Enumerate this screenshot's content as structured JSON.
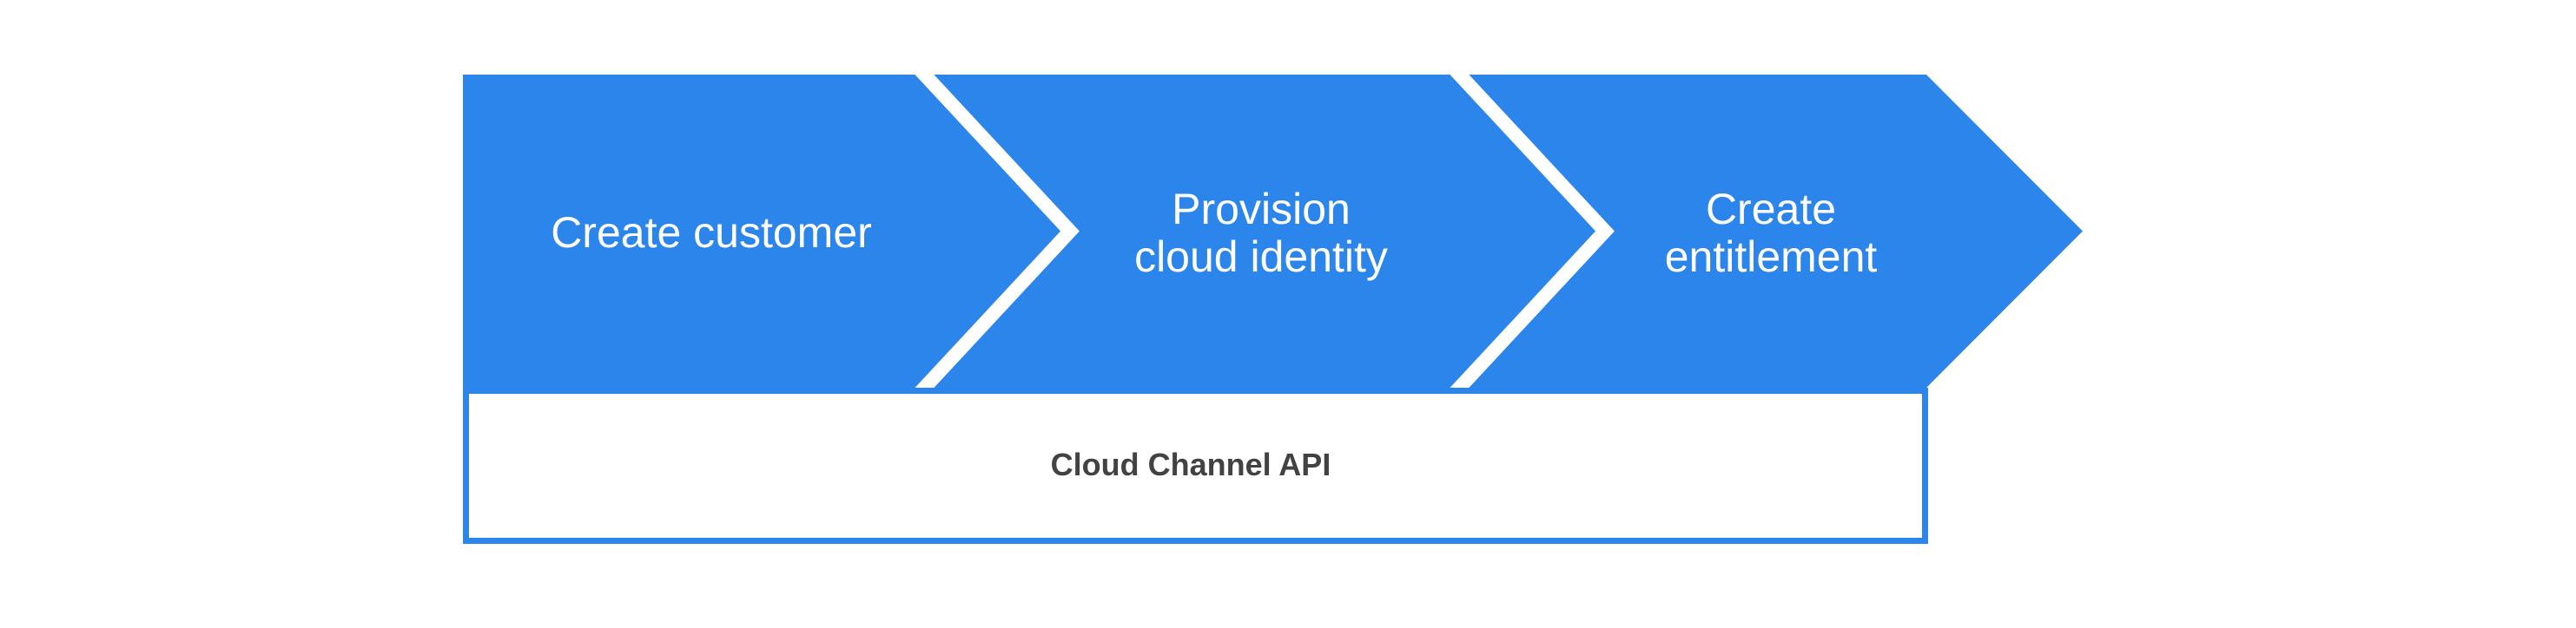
{
  "colors": {
    "arrow_blue": "#2b85ea",
    "separator_white": "#ffffff",
    "box_border": "#2b85ea",
    "box_background": "#ffffff",
    "step_text": "#ffffff",
    "box_text": "#424242",
    "page_background": "#ffffff"
  },
  "flow": {
    "steps": [
      {
        "lines": [
          "Create customer"
        ]
      },
      {
        "lines": [
          "Provision",
          "cloud identity"
        ]
      },
      {
        "lines": [
          "Create",
          "entitlement"
        ]
      }
    ],
    "api_box": {
      "label": "Cloud Channel API"
    }
  }
}
